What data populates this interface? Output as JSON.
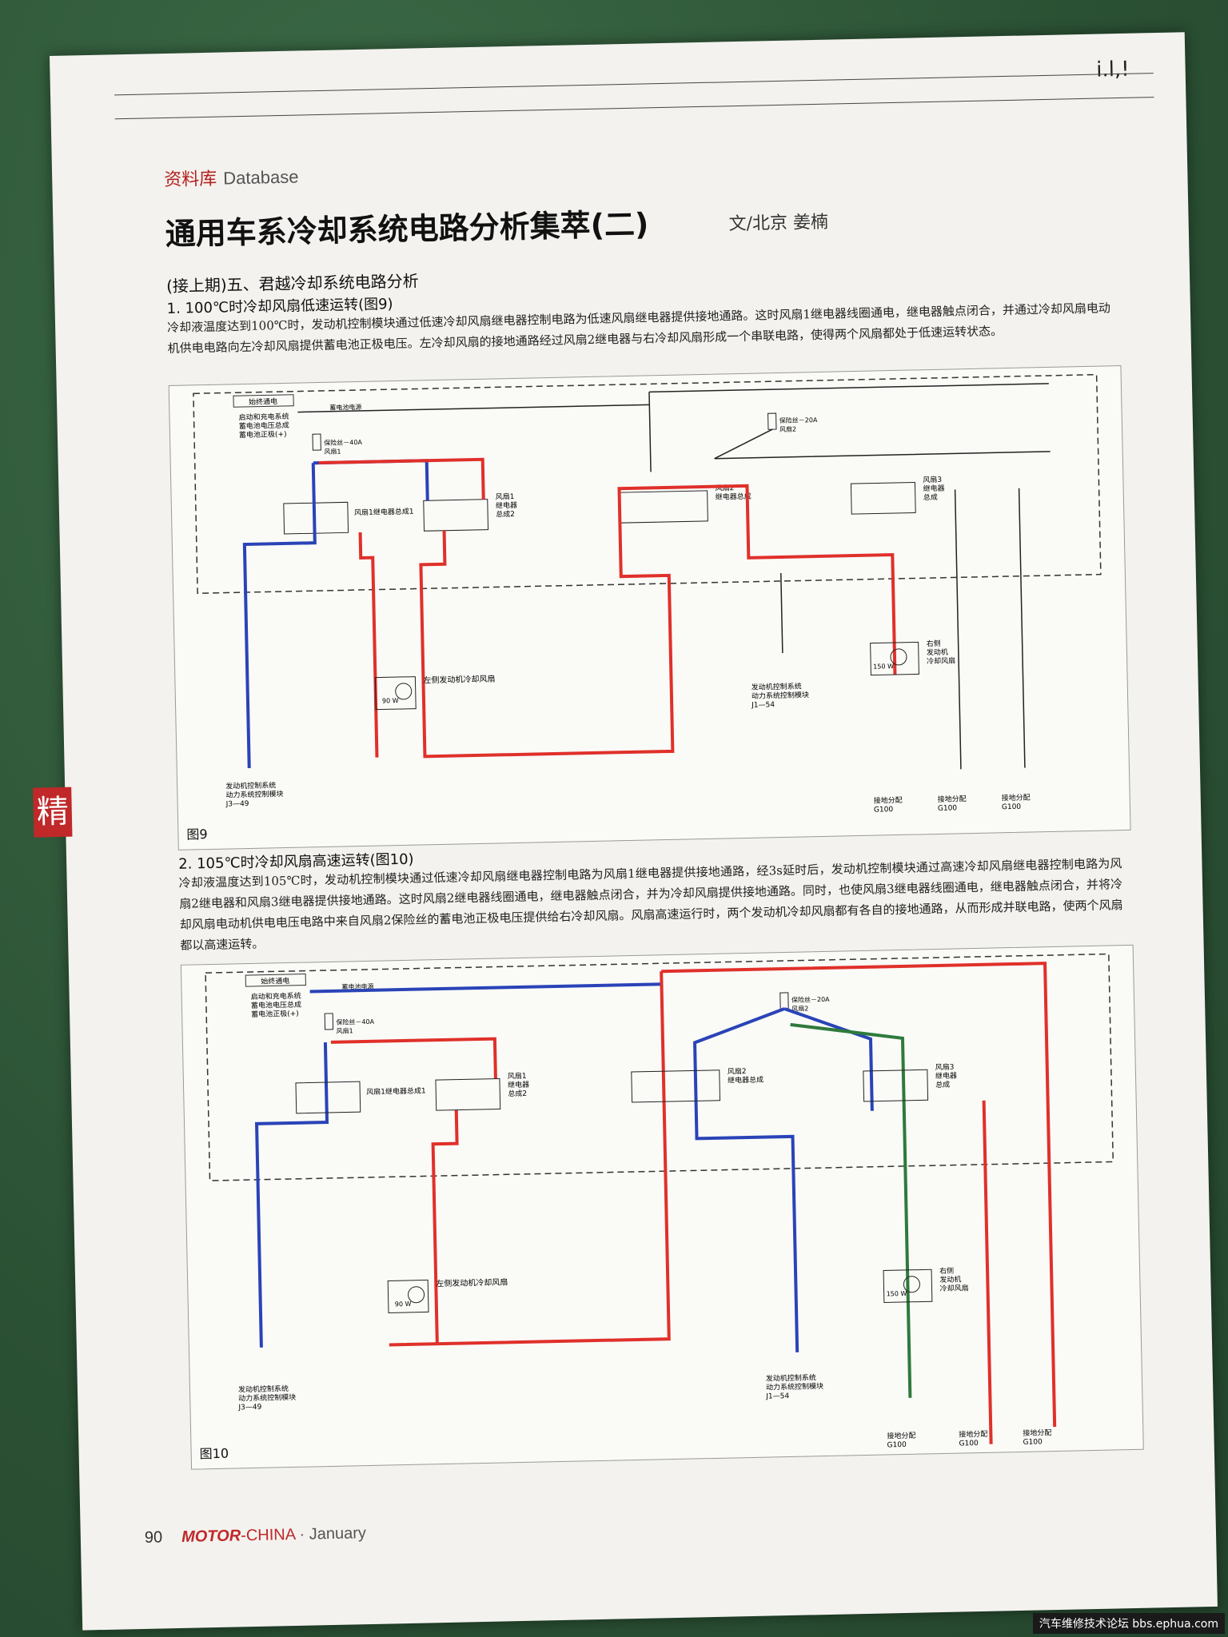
{
  "header": {
    "section_cn": "资料库",
    "section_en": "Database",
    "corner_mark": "i.l,!"
  },
  "article": {
    "title": "通用车系冷却系统电路分析集萃(二)",
    "byline": "文/北京 姜楠",
    "intro": "(接上期)五、君越冷却系统电路分析",
    "sec1_heading": "1. 100℃时冷却风扇低速运转(图9)",
    "sec1_body": "冷却液温度达到100℃时，发动机控制模块通过低速冷却风扇继电器控制电路为低速风扇继电器提供接地通路。这时风扇1继电器线圈通电，继电器触点闭合，并通过冷却风扇电动机供电电路向左冷却风扇提供蓄电池正极电压。左冷却风扇的接地通路经过风扇2继电器与右冷却风扇形成一个串联电路，使得两个风扇都处于低速运转状态。",
    "sec2_heading": "2. 105℃时冷却风扇高速运转(图10)",
    "sec2_body": "冷却液温度达到105℃时，发动机控制模块通过低速冷却风扇继电器控制电路为风扇1继电器提供接地通路，经3s延时后，发动机控制模块通过高速冷却风扇继电器控制电路为风扇2继电器和风扇3继电器提供接地通路。这时风扇2继电器线圈通电，继电器触点闭合，并为冷却风扇提供接地通路。同时，也使风扇3继电器线圈通电，继电器触点闭合，并将冷却风扇电动机供电电压电路中来自风扇2保险丝的蓄电池正极电压提供给右冷却风扇。风扇高速运行时，两个发动机冷却风扇都有各自的接地通路，从而形成并联电路，使两个风扇都以高速运转。"
  },
  "side_tab": "精",
  "figures": [
    {
      "label": "图9",
      "labels": {
        "hot": "始终通电",
        "battery": "启动和充电系统\n蓄电池电压总成\n蓄电池正极(+)",
        "busbar": "蓄电池电源",
        "fuse1": "保险丝－40A\n风扇1",
        "fuse2": "保险丝－20A\n风扇2",
        "relay1": "风扇1继电器总成1",
        "relay1b": "风扇1\n继电器\n总成2",
        "relay2": "风扇2\n继电器总成",
        "relay3": "风扇3\n继电器\n总成",
        "left_fan": "左侧发动机冷却风扇",
        "right_fan": "右侧\n发动机\n冷却风扇",
        "ecm1": "发动机控制系统\n动力系统控制模块\nJ3—49",
        "ecm2": "发动机控制系统\n动力系统控制模块\nJ1—54",
        "ground": "接地分配\nG100",
        "w90": "90 W",
        "w150": "150 W"
      }
    },
    {
      "label": "图10",
      "labels": {
        "hot": "始终通电",
        "battery": "启动和充电系统\n蓄电池电压总成\n蓄电池正极(+)",
        "busbar": "蓄电池电源",
        "fuse1": "保险丝－40A\n风扇1",
        "fuse2": "保险丝－20A\n风扇2",
        "relay1": "风扇1继电器总成1",
        "relay1b": "风扇1\n继电器\n总成2",
        "relay2": "风扇2\n继电器总成",
        "relay3": "风扇3\n继电器\n总成",
        "left_fan": "左侧发动机冷却风扇",
        "right_fan": "右侧\n发动机\n冷却风扇",
        "ecm1": "发动机控制系统\n动力系统控制模块\nJ3—49",
        "ecm2": "发动机控制系统\n动力系统控制模块\nJ1—54",
        "ground": "接地分配\nG100",
        "w90": "90 W",
        "w150": "150 W"
      }
    }
  ],
  "footer": {
    "page": "90",
    "brand": "MOTOR",
    "brand2": "-CHINA",
    "month": "· January"
  },
  "watermark": "汽车维修技术论坛 bbs.ephua.com",
  "colors": {
    "red": "#e0302a",
    "blue": "#2a43b8",
    "green": "#2e7a3c",
    "black": "#222222"
  }
}
